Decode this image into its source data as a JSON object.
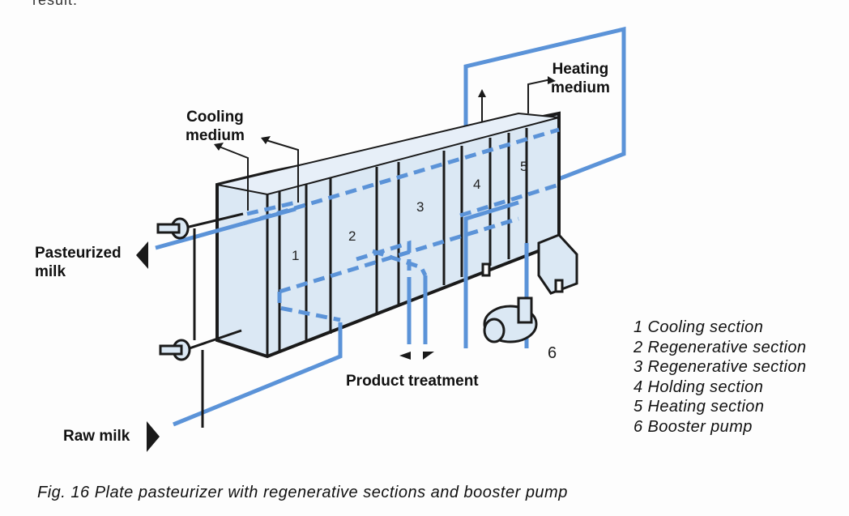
{
  "top_fragment": "result.",
  "labels": {
    "cooling_medium": [
      "Cooling",
      "medium"
    ],
    "heating_medium": [
      "Heating",
      "medium"
    ],
    "pasteurized_milk": [
      "Pasteurized",
      "milk"
    ],
    "raw_milk": "Raw milk",
    "product_treatment": "Product treatment"
  },
  "section_numbers": [
    "1",
    "2",
    "3",
    "4",
    "5",
    "6"
  ],
  "legend": [
    "1 Cooling section",
    "2 Regenerative section",
    "3 Regenerative section",
    "4 Holding section",
    "5 Heating section",
    "6 Booster pump"
  ],
  "caption": "Fig. 16 Plate pasteurizer with regenerative sections and booster pump",
  "colors": {
    "pipe_blue": "#5b93d8",
    "plate_fill": "#dbe8f4",
    "outline": "#1a1a1a"
  }
}
